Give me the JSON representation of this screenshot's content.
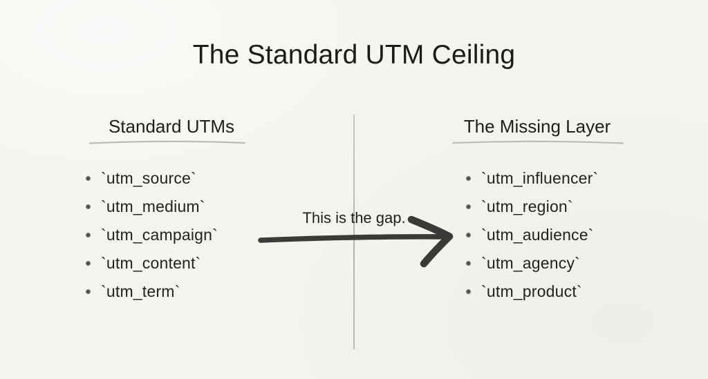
{
  "title": "The Standard UTM Ceiling",
  "gap_label": "This is the gap.",
  "columns": [
    {
      "heading": "Standard UTMs",
      "items": [
        "`utm_source`",
        "`utm_medium`",
        "`utm_campaign`",
        "`utm_content`",
        "`utm_term`"
      ]
    },
    {
      "heading": "The Missing Layer",
      "items": [
        "`utm_influencer`",
        "`utm_region`",
        "`utm_audience`",
        "`utm_agency`",
        "`utm_product`"
      ]
    }
  ],
  "colors": {
    "background": "#f4f3ee",
    "text": "#1e1e1c",
    "arrow": "#3a3a38",
    "divider": "#b4b3ae",
    "underline": "#bcbbb5",
    "bullet": "#4c4c4a"
  }
}
